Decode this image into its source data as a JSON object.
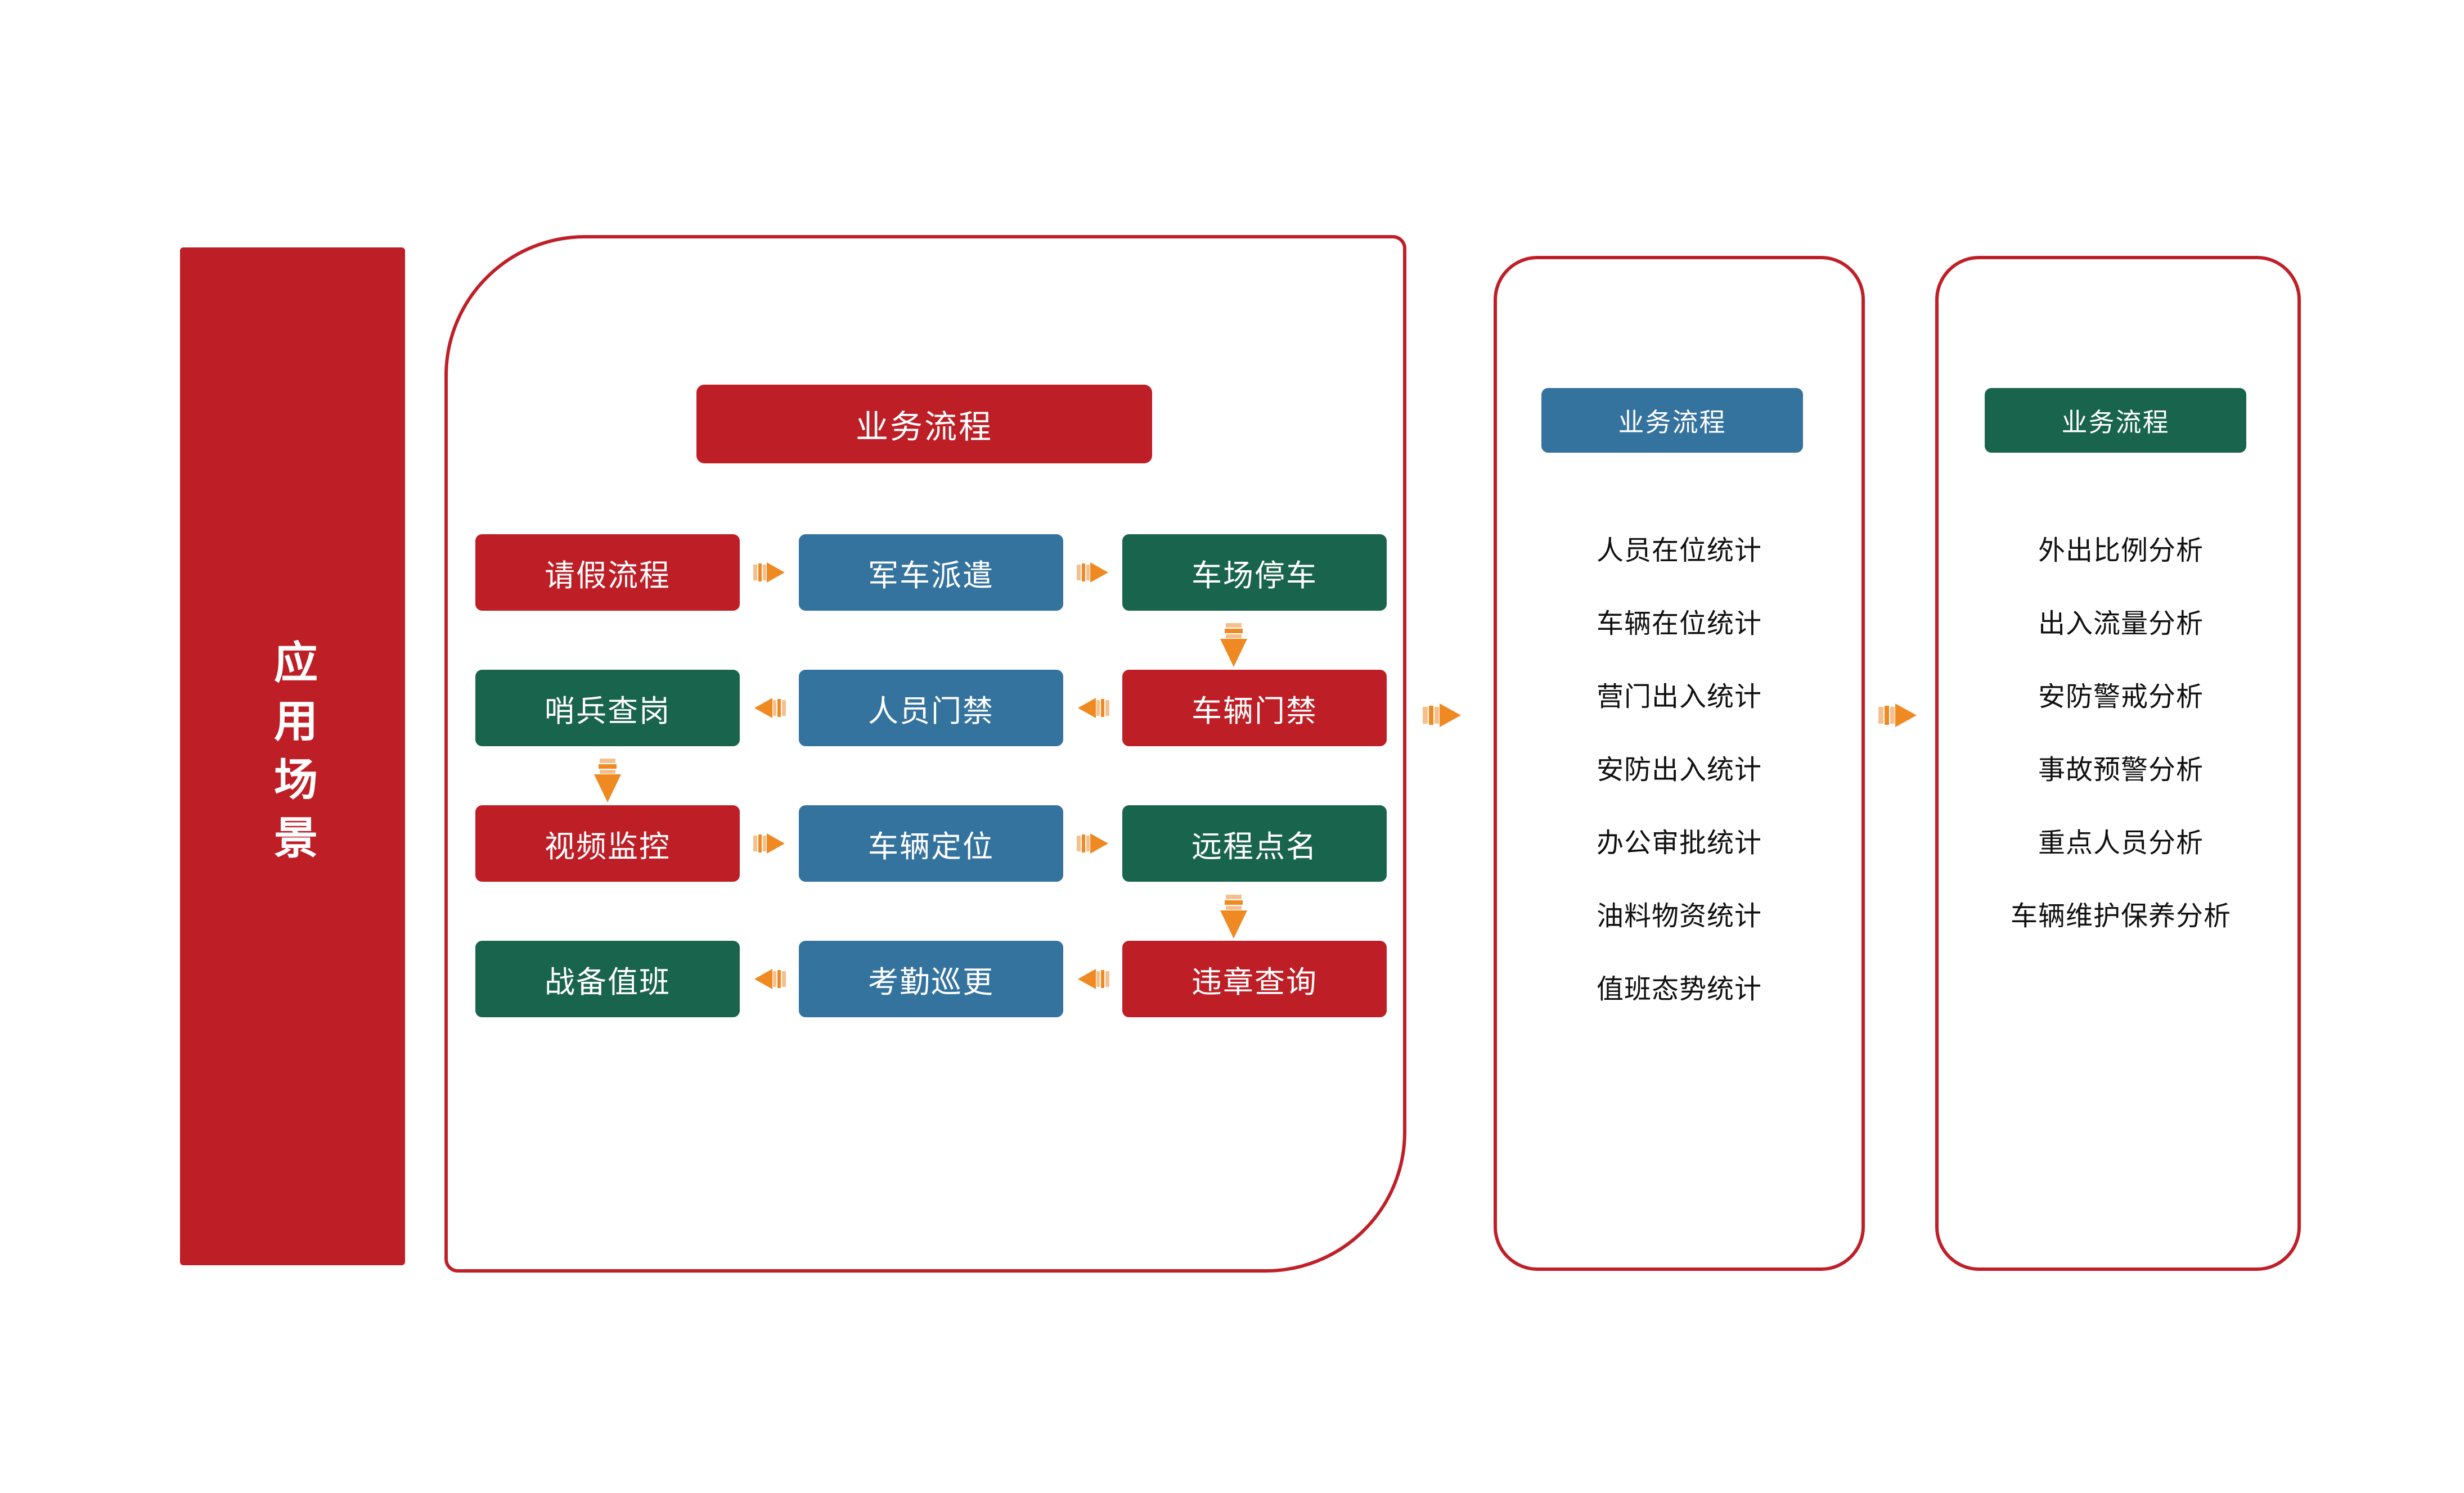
{
  "banner": {
    "label": "应用场景"
  },
  "colors": {
    "red": "#BE1E26",
    "blue": "#35739F",
    "green": "#19644C",
    "arrow_orange": "#EF8A22",
    "panel_border": "#C01F28"
  },
  "flow_panel": {
    "title": "业务流程",
    "rows": [
      {
        "direction": "right",
        "boxes": [
          {
            "label": "请假流程",
            "color": "red"
          },
          {
            "label": "军车派遣",
            "color": "blue"
          },
          {
            "label": "车场停车",
            "color": "green"
          }
        ]
      },
      {
        "direction": "left",
        "boxes": [
          {
            "label": "哨兵查岗",
            "color": "green"
          },
          {
            "label": "人员门禁",
            "color": "blue"
          },
          {
            "label": "车辆门禁",
            "color": "red"
          }
        ]
      },
      {
        "direction": "right",
        "boxes": [
          {
            "label": "视频监控",
            "color": "red"
          },
          {
            "label": "车辆定位",
            "color": "blue"
          },
          {
            "label": "远程点名",
            "color": "green"
          }
        ]
      },
      {
        "direction": "left",
        "boxes": [
          {
            "label": "战备值班",
            "color": "green"
          },
          {
            "label": "考勤巡更",
            "color": "blue"
          },
          {
            "label": "违章查询",
            "color": "red"
          }
        ]
      }
    ]
  },
  "stats_panel": {
    "title": "业务流程",
    "items": [
      "人员在位统计",
      "车辆在位统计",
      "营门出入统计",
      "安防出入统计",
      "办公审批统计",
      "油料物资统计",
      "值班态势统计"
    ]
  },
  "analysis_panel": {
    "title": "业务流程",
    "items": [
      "外出比例分析",
      "出入流量分析",
      "安防警戒分析",
      "事故预警分析",
      "重点人员分析",
      "车辆维护保养分析"
    ]
  },
  "icons": {
    "arrow_right": "arrow-right-icon",
    "arrow_left": "arrow-left-icon",
    "arrow_down": "arrow-down-icon"
  }
}
